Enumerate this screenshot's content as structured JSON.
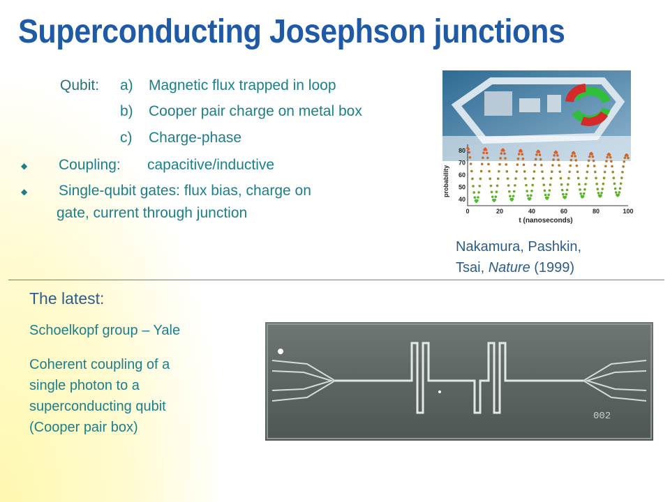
{
  "slide": {
    "title": "Superconducting Josephson junctions",
    "qubit_label": "Qubit:",
    "qubit_items": [
      {
        "letter": "a)",
        "text": "Magnetic flux trapped in loop"
      },
      {
        "letter": "b)",
        "text": "Cooper pair charge on metal box"
      },
      {
        "letter": "c)",
        "text": "Charge-phase"
      }
    ],
    "coupling_label": "Coupling:",
    "coupling_value": "capacitive/inductive",
    "gates_line1": "Single-qubit gates:  flux bias, charge on",
    "gates_line2": "gate, current through junction",
    "citation": {
      "line1": "Nakamura, Pashkin,",
      "authors2": "Tsai, ",
      "journal": "Nature",
      "year": " (1999)"
    },
    "latest_heading": "The latest:",
    "group": "Schoelkopf group – Yale",
    "coherent": [
      "Coherent coupling of a",
      "single photon to a",
      "superconducting qubit",
      "(Cooper pair box)"
    ],
    "chip_label": "002",
    "colors": {
      "title": "#1f5aa6",
      "body": "#1a7f8a",
      "bullet": "#1a7f8a"
    },
    "bullet_icon": "diamond-bullet-icon"
  },
  "chart_data": {
    "type": "scatter",
    "xlabel": "t (nanoseconds)",
    "ylabel": "probability",
    "xlim": [
      0,
      100
    ],
    "ylim": [
      35,
      85
    ],
    "x_ticks": [
      "0",
      "20",
      "40",
      "60",
      "80",
      "100"
    ],
    "y_ticks": [
      "40",
      "50",
      "60",
      "70",
      "80"
    ],
    "series": [
      {
        "period_ns": 11,
        "mean": 60,
        "amplitude": 22
      }
    ]
  }
}
